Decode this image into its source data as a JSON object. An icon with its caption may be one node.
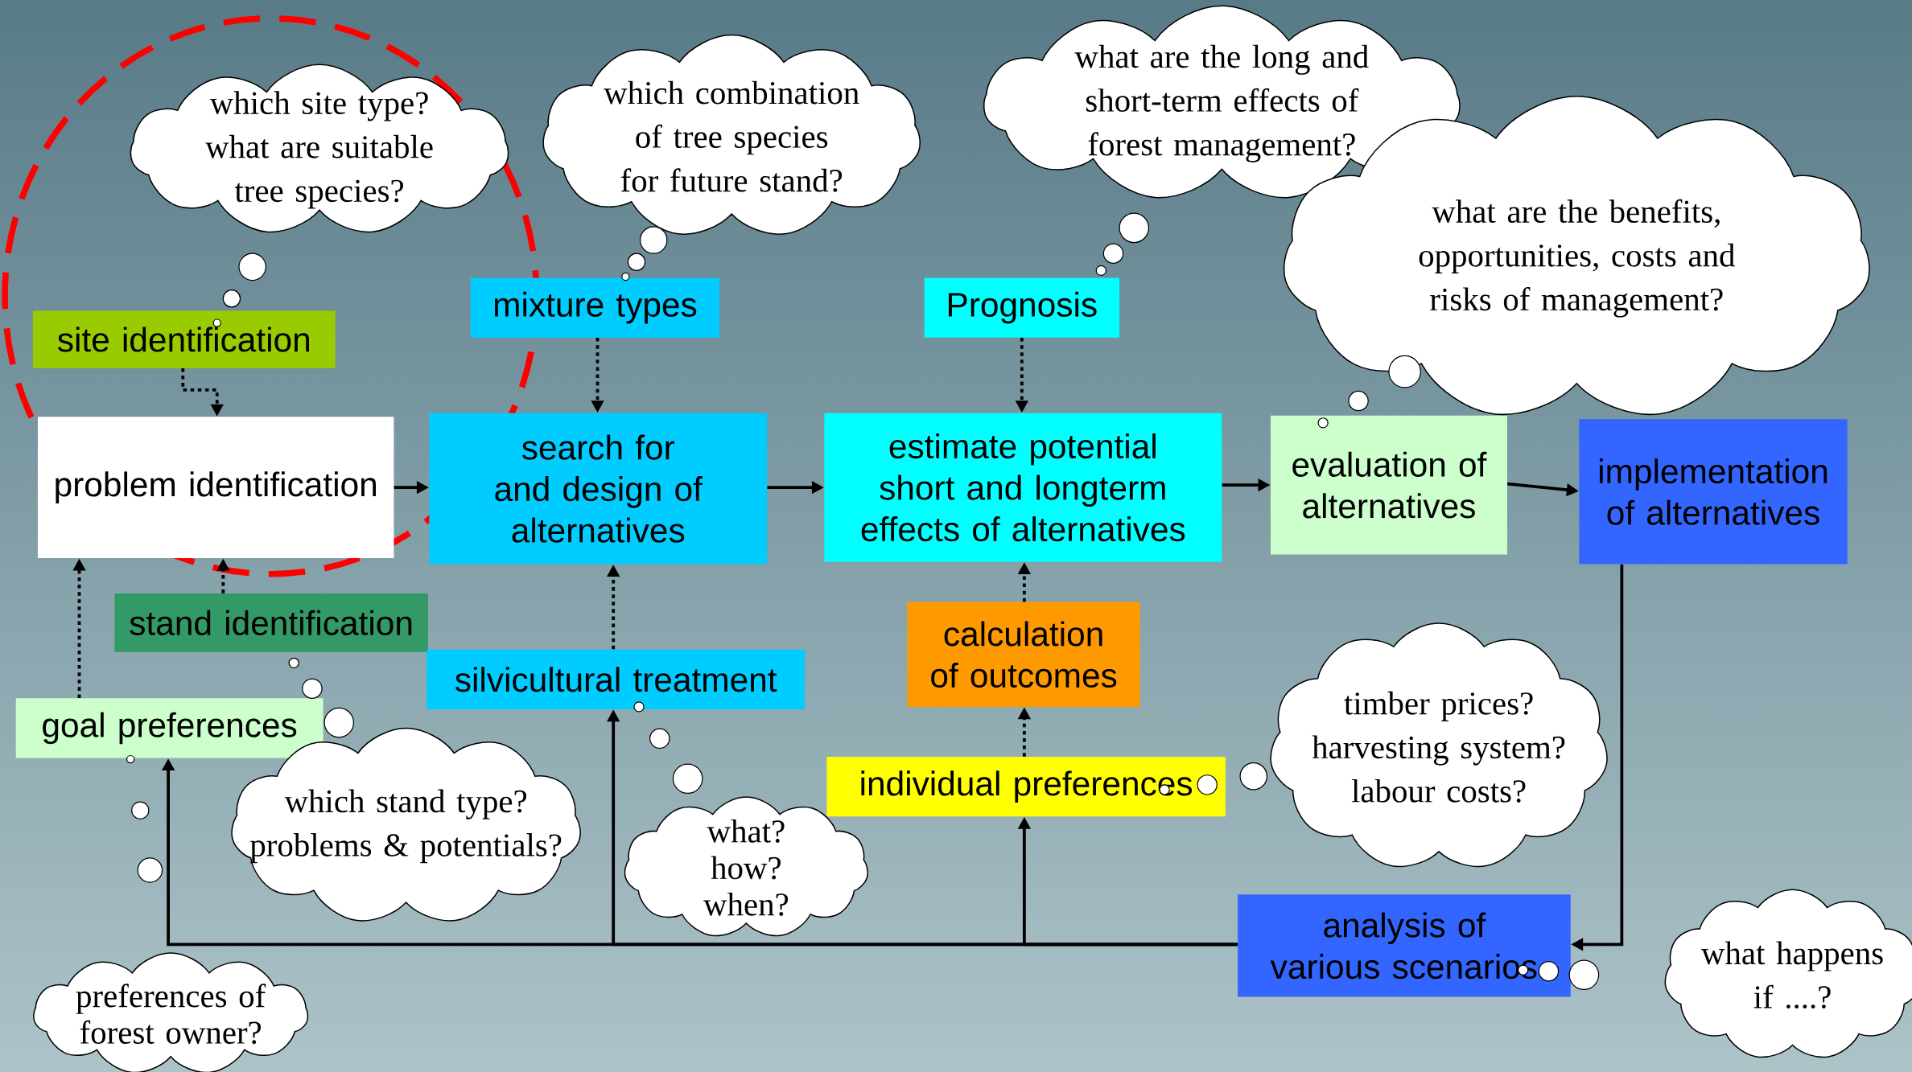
{
  "diagram": {
    "nodes": [
      {
        "text": [
          "site identification"
        ]
      },
      {
        "text": [
          "problem identification"
        ]
      },
      {
        "text": [
          "mixture types"
        ]
      },
      {
        "text": [
          "search for and design of alternatives"
        ]
      },
      {
        "text": [
          "Prognosis"
        ]
      },
      {
        "text": [
          "estimate potential short and longterm effects of alternatives"
        ]
      },
      {
        "text": [
          "evaluation of alternatives"
        ]
      },
      {
        "text": [
          "implementation of alternatives"
        ]
      },
      {
        "text": [
          "stand identification"
        ]
      },
      {
        "text": [
          "silvicultural treatment"
        ]
      },
      {
        "text": [
          "calculation of outcomes"
        ]
      },
      {
        "text": [
          "goal preferences"
        ]
      },
      {
        "text": [
          "individual preferences"
        ]
      },
      {
        "text": [
          "analysis of various scenarios"
        ]
      },
      {
        "text": [
          "which site type? what are suitable tree species?"
        ]
      },
      {
        "text": [
          "which combination of tree species for future stand?"
        ]
      },
      {
        "text": [
          "what are the long and short-term effects of forest management?"
        ]
      },
      {
        "text": [
          "what are the benefits, opportunities, costs and risks of management?"
        ]
      },
      {
        "text": [
          "which stand type? problems & potentials?"
        ]
      },
      {
        "text": [
          "what? how? when?"
        ]
      },
      {
        "text": [
          "timber prices? harvesting system? labour costs?"
        ]
      },
      {
        "text": [
          "preferences of forest owner?"
        ]
      },
      {
        "text": [
          "what happens if ....?"
        ]
      }
    ],
    "edges": [
      {
        "from": 0,
        "to": 1,
        "arrow": "to",
        "style": "dashed"
      },
      {
        "from": 1,
        "to": 3,
        "arrow": "to"
      },
      {
        "from": 2,
        "to": 3,
        "arrow": "to",
        "style": "dashed"
      },
      {
        "from": 3,
        "to": 5,
        "arrow": "to"
      },
      {
        "from": 4,
        "to": 5,
        "arrow": "to",
        "style": "dashed"
      },
      {
        "from": 5,
        "to": 6,
        "arrow": "to"
      },
      {
        "from": 6,
        "to": 7,
        "arrow": "to"
      },
      {
        "from": 8,
        "to": 1,
        "arrow": "to",
        "style": "dashed"
      },
      {
        "from": 11,
        "to": 1,
        "arrow": "to",
        "style": "dashed"
      },
      {
        "from": 9,
        "to": 3,
        "arrow": "to",
        "style": "dashed"
      },
      {
        "from": 10,
        "to": 5,
        "arrow": "to",
        "style": "dashed"
      },
      {
        "from": 12,
        "to": 10,
        "arrow": "to",
        "style": "dashed"
      },
      {
        "from": 7,
        "to": 13,
        "arrow": "to"
      },
      {
        "from": 13,
        "to": 12,
        "arrow": "to"
      },
      {
        "from": 13,
        "to": 9,
        "arrow": "to"
      },
      {
        "from": 13,
        "to": 11,
        "arrow": "to"
      }
    ]
  }
}
